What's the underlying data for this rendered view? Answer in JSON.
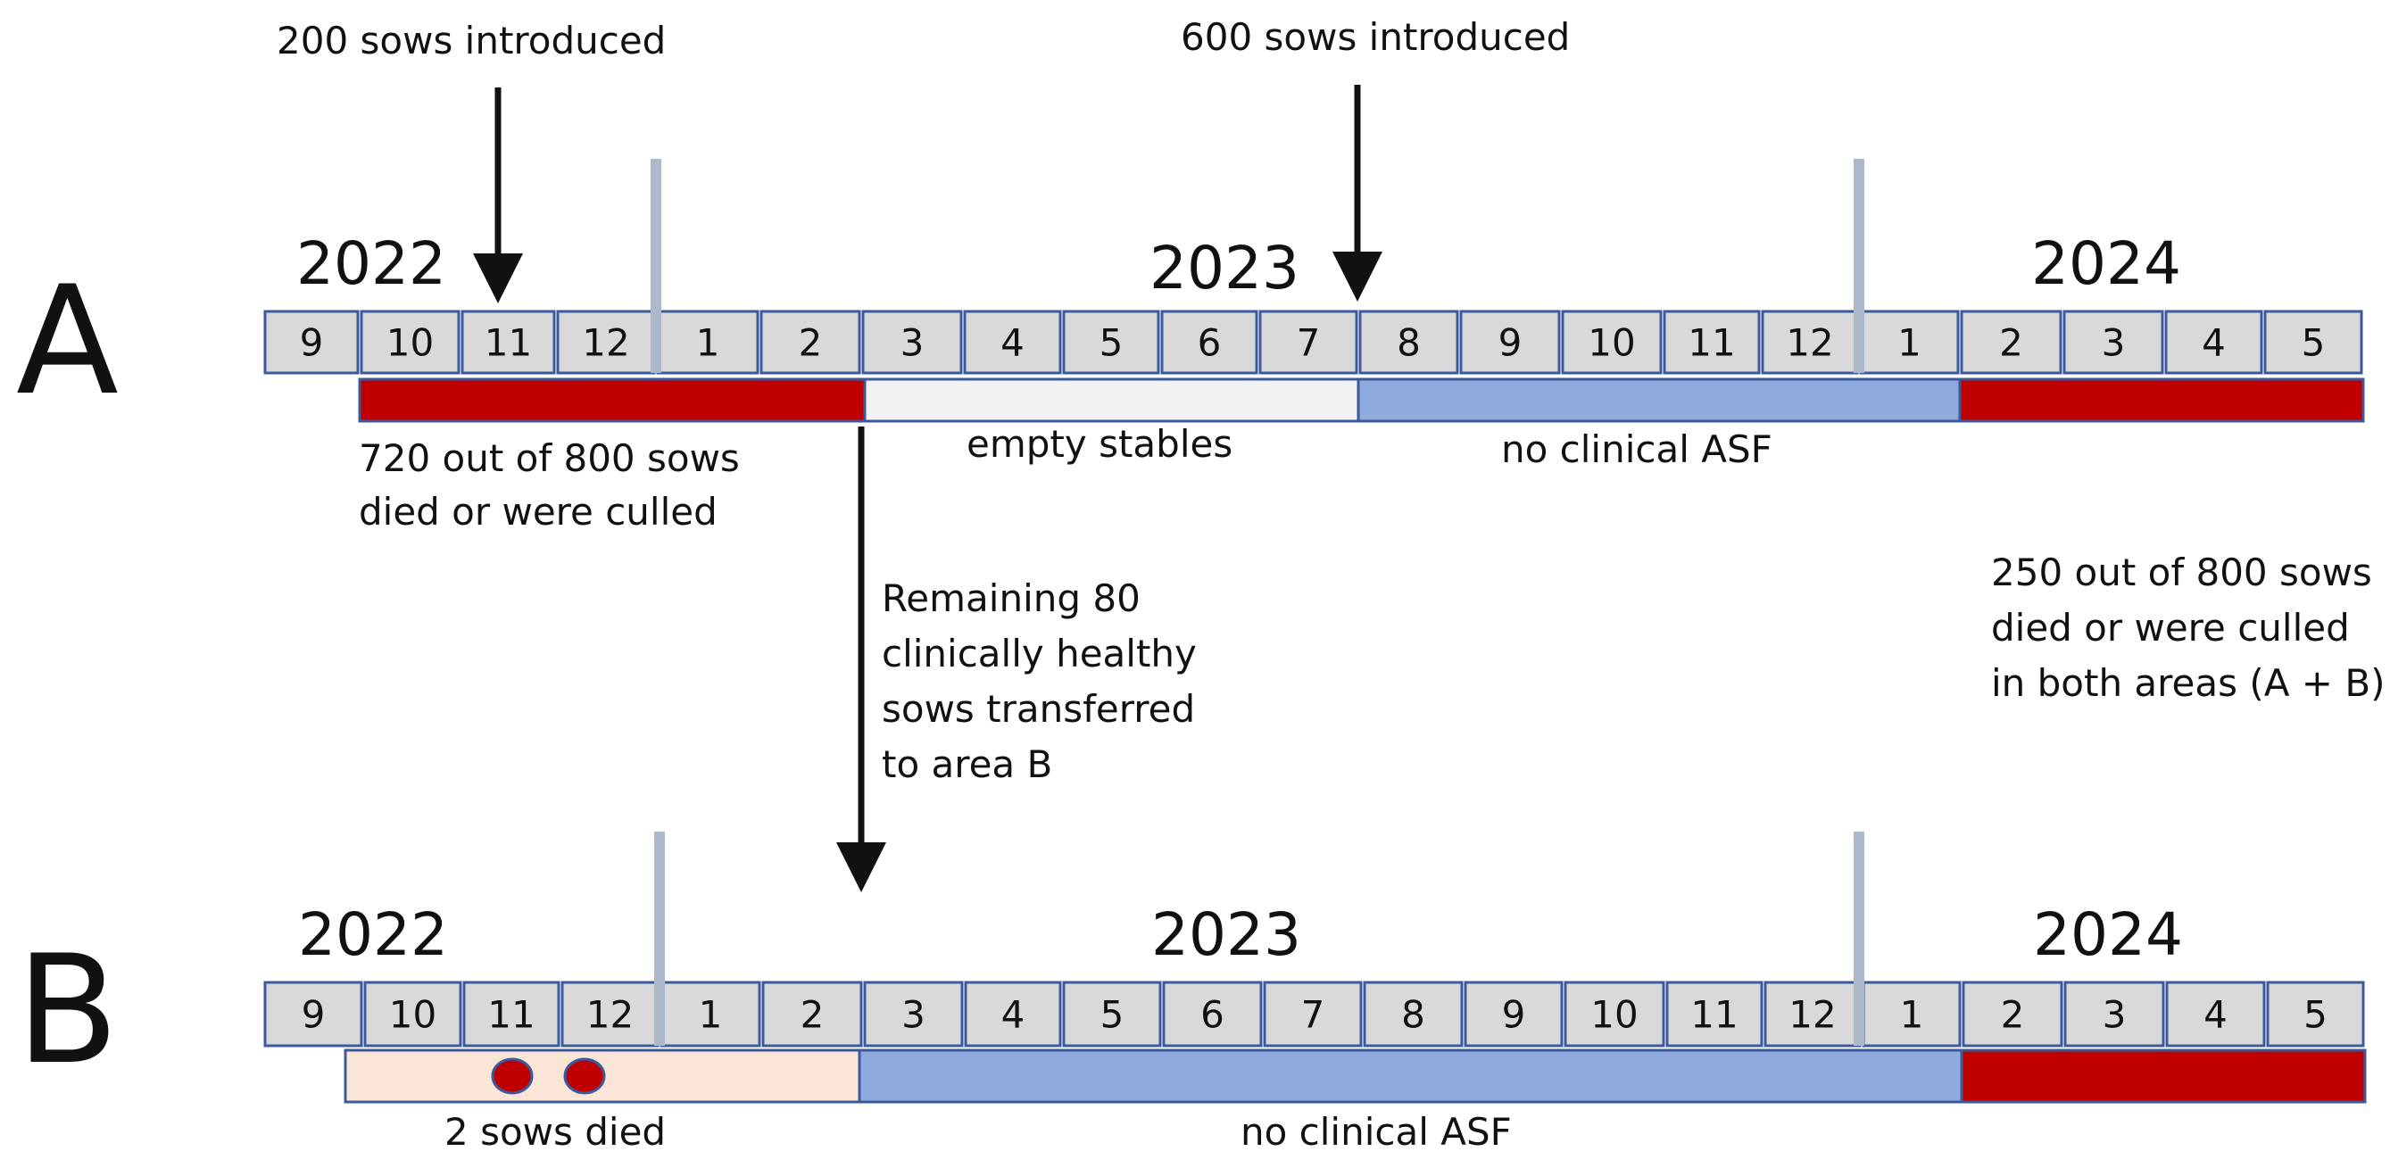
{
  "colors": {
    "cell_fill": "#d9d9d9",
    "cell_border": "#3b5a9c",
    "year_divider": "#adb9ca",
    "asf_outbreak": "#c00000",
    "empty_stables": "#f2f2f2",
    "no_clinical_asf": "#8faadc",
    "sporadic_deaths": "#fbe5d6",
    "arrow": "#111111"
  },
  "rowA": {
    "panel_label": "A",
    "years": [
      "2022",
      "2023",
      "2024"
    ],
    "months": [
      "9",
      "10",
      "11",
      "12",
      "1",
      "2",
      "3",
      "4",
      "5",
      "6",
      "7",
      "8",
      "9",
      "10",
      "11",
      "12",
      "1",
      "2",
      "3",
      "4",
      "5"
    ],
    "annotations": {
      "intro_1": "200 sows introduced",
      "intro_2": "600 sows introduced",
      "outbreak_1": [
        "720 out of 800 sows",
        "died or were culled"
      ],
      "empty": "empty stables",
      "no_asf": "no clinical ASF",
      "outbreak_2": [
        "250 out of 800 sows",
        "died or were culled",
        "in both areas (A + B)"
      ]
    },
    "bands": [
      {
        "label": "outbreak",
        "color_key": "asf_outbreak"
      },
      {
        "label": "empty stables",
        "color_key": "empty_stables"
      },
      {
        "label": "no clinical ASF",
        "color_key": "no_clinical_asf"
      },
      {
        "label": "outbreak",
        "color_key": "asf_outbreak"
      }
    ]
  },
  "transfer": {
    "text": [
      "Remaining 80",
      "clinically healthy",
      "sows transferred",
      "to area B"
    ]
  },
  "rowB": {
    "panel_label": "B",
    "years": [
      "2022",
      "2023",
      "2024"
    ],
    "months": [
      "9",
      "10",
      "11",
      "12",
      "1",
      "2",
      "3",
      "4",
      "5",
      "6",
      "7",
      "8",
      "9",
      "10",
      "11",
      "12",
      "1",
      "2",
      "3",
      "4",
      "5"
    ],
    "annotations": {
      "died": "2 sows died",
      "no_asf": "no clinical ASF"
    },
    "death_markers": 2
  }
}
